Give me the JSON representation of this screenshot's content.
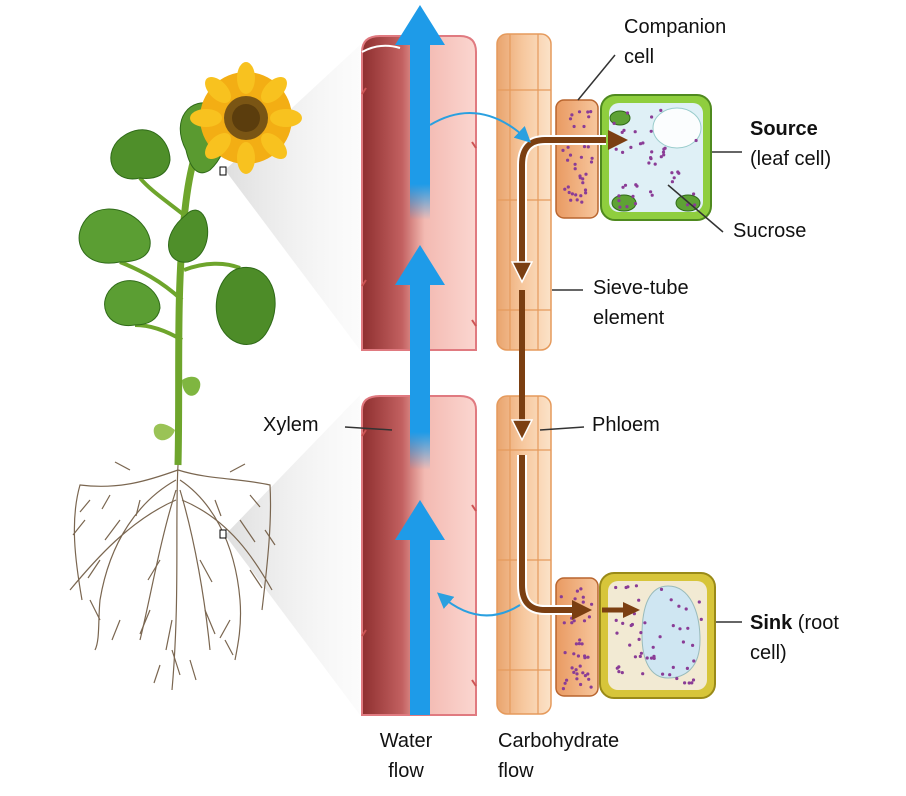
{
  "labels": {
    "companion_cell": [
      "Companion",
      "cell"
    ],
    "source_bold": "Source",
    "source_rest": "(leaf cell)",
    "sucrose": "Sucrose",
    "sieve_tube": [
      "Sieve-tube",
      "element"
    ],
    "xylem": "Xylem",
    "phloem": "Phloem",
    "sink_bold": "Sink",
    "sink_rest_1": " (root",
    "sink_rest_2": "cell)",
    "water_flow": [
      "Water",
      "flow"
    ],
    "carbohydrate_flow": [
      "Carbohydrate",
      "flow"
    ]
  },
  "colors": {
    "water_arrow": "#1e9be8",
    "carbohydrate_arrow": "#7b3f12",
    "xylem_wall": "#b24a4a",
    "xylem_inner": "#f8c3bd",
    "phloem_cell": "#f6c49a",
    "leaf_cell_wall": "#8fce3e",
    "root_cell_wall": "#d7c53a",
    "sucrose_dot": "#8a3c96"
  },
  "icons": [
    "sunflower-plant-illustration",
    "root-system-illustration",
    "chloroplast-icon"
  ]
}
